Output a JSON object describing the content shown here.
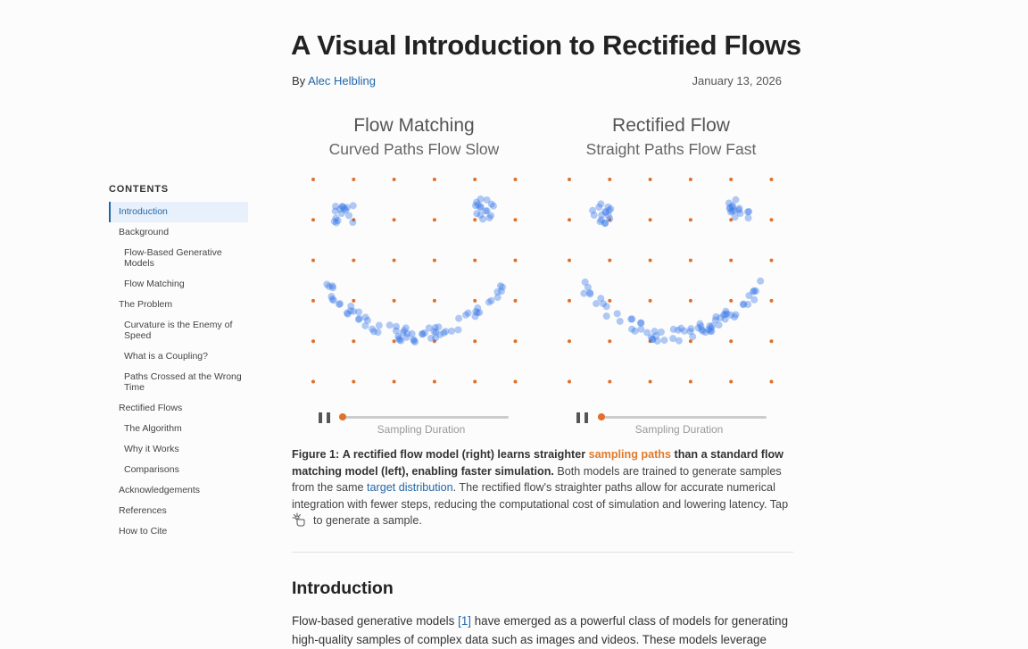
{
  "header": {
    "title": "A Visual Introduction to Rectified Flows",
    "byline_prefix": "By",
    "author": "Alec Helbling",
    "date": "January 13, 2026"
  },
  "toc": {
    "heading": "CONTENTS",
    "items": [
      {
        "label": "Introduction",
        "level": 1,
        "active": true
      },
      {
        "label": "Background",
        "level": 1
      },
      {
        "label": "Flow-Based Generative Models",
        "level": 2
      },
      {
        "label": "Flow Matching",
        "level": 2
      },
      {
        "label": "The Problem",
        "level": 1
      },
      {
        "label": "Curvature is the Enemy of Speed",
        "level": 2
      },
      {
        "label": "What is a Coupling?",
        "level": 2
      },
      {
        "label": "Paths Crossed at the Wrong Time",
        "level": 2
      },
      {
        "label": "Rectified Flows",
        "level": 1
      },
      {
        "label": "The Algorithm",
        "level": 2
      },
      {
        "label": "Why it Works",
        "level": 2
      },
      {
        "label": "Comparisons",
        "level": 2
      },
      {
        "label": "Acknowledgements",
        "level": 1
      },
      {
        "label": "References",
        "level": 1
      },
      {
        "label": "How to Cite",
        "level": 1
      }
    ]
  },
  "figure": {
    "panels": [
      {
        "title": "Flow Matching",
        "subtitle": "Curved Paths Flow Slow",
        "slider_label": "Sampling Duration",
        "pause_icon": "pause-icon",
        "progress": 0.02
      },
      {
        "title": "Rectified Flow",
        "subtitle": "Straight Paths Flow Fast",
        "slider_label": "Sampling Duration",
        "pause_icon": "pause-icon",
        "progress": 0.02
      }
    ],
    "colors": {
      "grid_point": "#e0702a",
      "sample": "#3b7be8",
      "accent_orange": "#e07b2b",
      "link_blue": "#2466a8"
    },
    "caption": {
      "label": "Figure 1:",
      "bold_1": "A rectified flow model (right) learns straighter",
      "highlight_orange": "sampling paths",
      "bold_2": "than a standard flow matching model (left), enabling faster simulation.",
      "text_1": "Both models are trained to generate samples from the same",
      "highlight_blue": "target distribution",
      "text_2": ". The rectified flow's straighter paths allow for accurate numerical integration with fewer steps, reducing the computational cost of simulation and lowering latency. Tap",
      "tap_icon": "tap-hand-icon",
      "text_3": "to generate a sample."
    }
  },
  "intro": {
    "heading": "Introduction",
    "text_1": "Flow-based generative models",
    "cite": "[1]",
    "text_2": "have emerged as a powerful class of models for generating high-quality samples of complex data such as images and videos. These models leverage"
  }
}
